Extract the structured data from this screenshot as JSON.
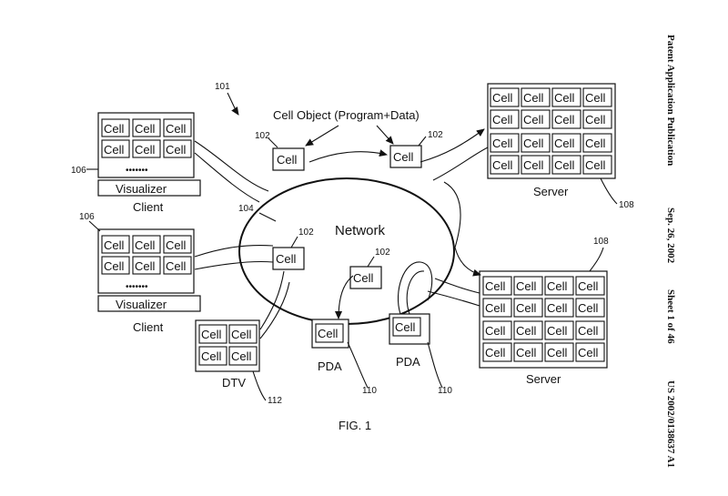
{
  "figure": {
    "cell_word": "Cell",
    "network_label": "Network",
    "cell_object_label": "Cell Object (Program+Data)",
    "ref_101": "101",
    "ref_102": "102",
    "ref_104": "104",
    "ref_106": "106",
    "ref_108": "108",
    "ref_110": "110",
    "ref_112": "112",
    "client_label": "Client",
    "visualizer_label": "Visualizer",
    "dots": "•••••••",
    "server_label": "Server",
    "pda_label": "PDA",
    "dtv_label": "DTV",
    "caption": "FIG. 1"
  },
  "header": {
    "publication": "Patent Application Publication",
    "date": "Sep. 26, 2002",
    "sheet": "Sheet 1 of 46",
    "number": "US 2002/0138637 A1"
  }
}
